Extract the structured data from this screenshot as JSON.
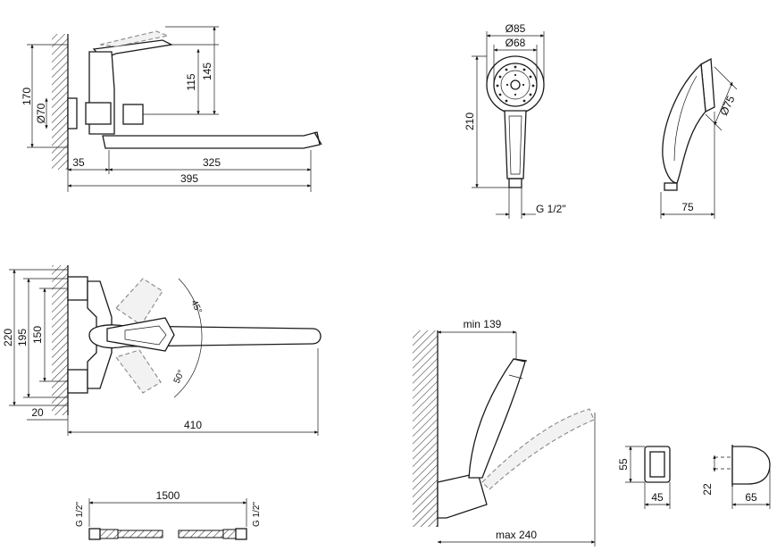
{
  "faucet_side": {
    "dim_170": "170",
    "dim_d70": "Ø70",
    "dim_115": "115",
    "dim_145": "145",
    "dim_35": "35",
    "dim_325": "325",
    "dim_395": "395"
  },
  "shower_head": {
    "dim_d85": "Ø85",
    "dim_d68": "Ø68",
    "dim_210": "210",
    "dim_thread": "G 1/2\"",
    "dim_d75": "Ø75",
    "dim_75": "75"
  },
  "faucet_top": {
    "dim_220": "220",
    "dim_195": "195",
    "dim_150": "150",
    "dim_20": "20",
    "dim_410": "410",
    "angle_45": "45°",
    "angle_50": "50°"
  },
  "hose": {
    "dim_1500": "1500",
    "thread_left": "G 1/2\"",
    "thread_right": "G 1/2\""
  },
  "wall_holder": {
    "dim_min": "min 139",
    "dim_max": "max 240"
  },
  "holder_detail": {
    "dim_55": "55",
    "dim_45": "45",
    "dim_22": "22",
    "dim_65": "65"
  }
}
